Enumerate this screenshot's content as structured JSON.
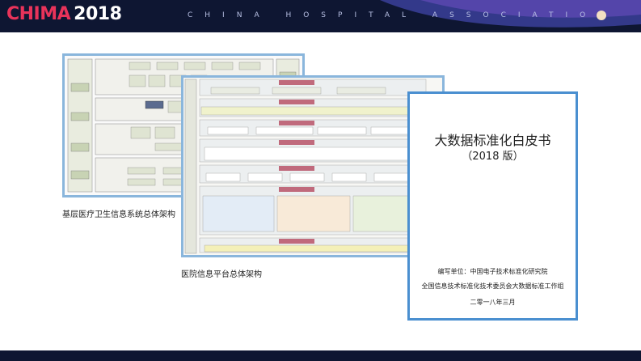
{
  "header": {
    "logo_chima": "CHIMA",
    "logo_year": "2018",
    "association": "CHINA HOSPITAL ASSOCIATION",
    "colors": {
      "banner": "#0e1632",
      "brand_red": "#e8335a",
      "accent_dot": "#f2dfc2"
    }
  },
  "figures": {
    "left_caption": "基层医疗卫生信息系统总体架构",
    "middle_caption": "医院信息平台总体架构"
  },
  "book": {
    "title": "大数据标准化白皮书",
    "subtitle": "（2018 版）",
    "editor_label": "编写单位：中国电子技术标准化研究院",
    "editor_group": "全国信息技术标准化技术委员会大数据标准工作组",
    "date": "二零一八年三月"
  }
}
